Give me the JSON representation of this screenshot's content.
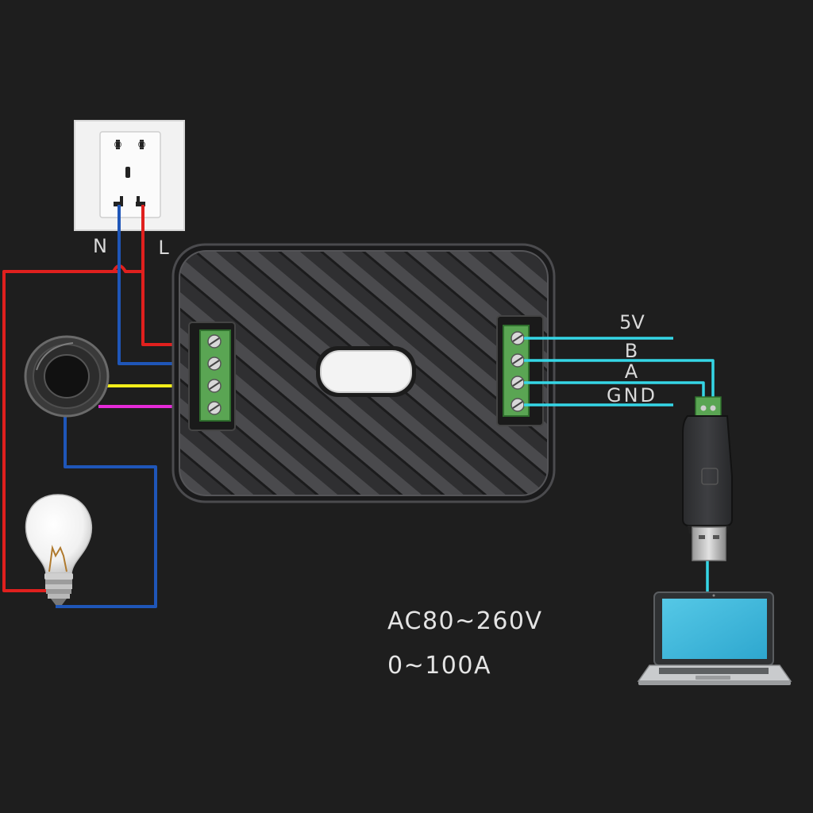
{
  "outlet": {
    "neutral_label": "N",
    "live_label": "L"
  },
  "bus_labels": {
    "v5": "5V",
    "b": "B",
    "a": "A",
    "gnd": "GND"
  },
  "specs": {
    "voltage": "AC80~260V",
    "current": "0~100A"
  },
  "colors": {
    "background": "#1e1e1e",
    "live_wire": "#e0201e",
    "neutral_wire": "#1f56b8",
    "signal_yellow": "#f3ee1a",
    "signal_magenta": "#e52bd8",
    "bus_wire": "#35d6e6",
    "terminal_green": "#5aa553",
    "label_text": "#d9d9d9"
  },
  "icons": [
    "wall-outlet-icon",
    "current-transformer-icon",
    "light-bulb-icon",
    "meter-module-icon",
    "usb-rs485-adapter-icon",
    "laptop-icon"
  ]
}
